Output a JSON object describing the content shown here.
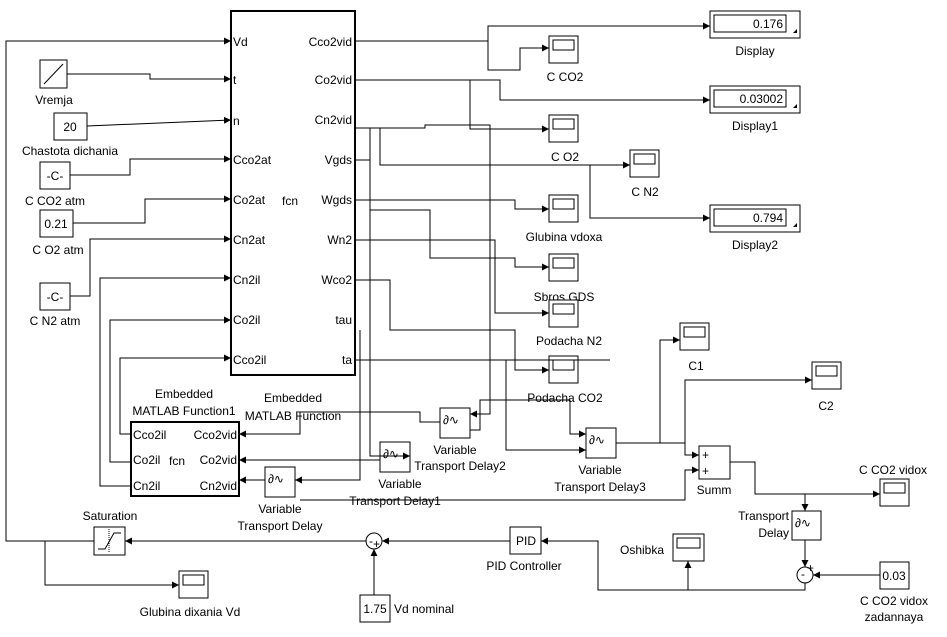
{
  "main_block": {
    "inputs": [
      "Vd",
      "t",
      "n",
      "Cco2at",
      "Co2at",
      "Cn2at",
      "Cn2il",
      "Co2il",
      "Cco2il"
    ],
    "outputs": [
      "Cco2vid",
      "Co2vid",
      "Cn2vid",
      "Vgds",
      "Wgds",
      "Wn2",
      "Wco2",
      "tau",
      "ta"
    ],
    "center": "fcn",
    "caption_line1": "Embedded",
    "caption_line2": "MATLAB Function"
  },
  "small_block": {
    "inputs": [
      "Cco2il",
      "Co2il",
      "Cn2il"
    ],
    "outputs": [
      "Cco2vid",
      "Co2vid",
      "Cn2vid"
    ],
    "center": "fcn",
    "caption_line1": "Embedded",
    "caption_line2": "MATLAB Function1"
  },
  "sources": {
    "vremja": "Vremja",
    "chastota_value": "20",
    "chastota": "Chastota dichania",
    "cco2_value": "-C-",
    "cco2": "C CO2 atm",
    "co2_value": "0.21",
    "co2": "C O2 atm",
    "cn2_value": "-C-",
    "cn2": "C N2 atm",
    "vd_nominal_value": "1.75",
    "vd_nominal": "Vd nominal",
    "vidox_value": "0.03",
    "vidox_line1": "C CO2 vidox",
    "vidox_line2": "zadannaya"
  },
  "displays": {
    "d0_value": "0.176",
    "d0": "Display",
    "d1_value": "0.03002",
    "d1": "Display1",
    "d2_value": "0.794",
    "d2": "Display2"
  },
  "scopes": {
    "c_co2": "C CO2",
    "c_o2": "C O2",
    "c_n2": "C N2",
    "glubina_vdoxa": "Glubina vdoxa",
    "sbros_gds": "Sbros GDS",
    "podacha_n2": "Podacha N2",
    "podacha_co2": "Podacha CO2",
    "c1": "C1",
    "c2": "C2",
    "c_co2_vidox": "C CO2 vidox",
    "oshibka": "Oshibka",
    "glubina_dixania": "Glubina dixania Vd"
  },
  "delays": {
    "vtd_line1": "Variable",
    "vtd_line2": "Transport Delay",
    "vtd1_line2": "Transport Delay1",
    "vtd2_line2": "Transport Delay2",
    "vtd3_line2": "Transport Delay3",
    "td_line1": "Transport",
    "td_line2": "Delay"
  },
  "other": {
    "summ": "Summ",
    "pid_value": "PID",
    "pid": "PID Controller",
    "saturation": "Saturation",
    "sum_signs_a": "+",
    "sum_signs_b": "-",
    "sum_signs_c": "+",
    "sum_signs_d": "+",
    "sum_signs_e": "+"
  }
}
